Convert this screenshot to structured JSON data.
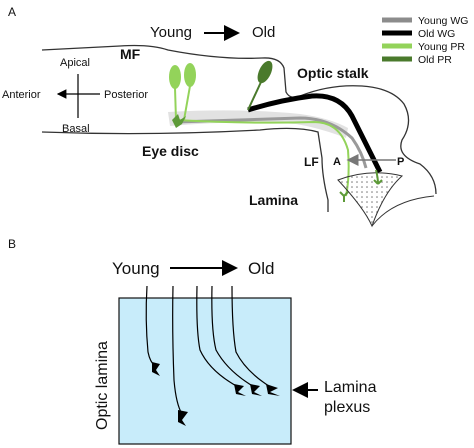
{
  "panel_a": {
    "label": "A",
    "young_label": "Young",
    "old_label": "Old",
    "legend": [
      {
        "label": "Young WG",
        "color": "#8c8c8c"
      },
      {
        "label": "Old WG",
        "color": "#000000"
      },
      {
        "label": "Young PR",
        "color": "#93d35a"
      },
      {
        "label": "Old PR",
        "color": "#4a7a2c"
      }
    ],
    "mf_label": "MF",
    "optic_stalk_label": "Optic stalk",
    "apical_label": "Apical",
    "basal_label": "Basal",
    "anterior_label": "Anterior",
    "posterior_label": "Posterior",
    "eye_disc_label": "Eye disc",
    "lf_label": "LF",
    "lamina_label": "Lamina",
    "a_marker": "A",
    "p_marker": "P"
  },
  "panel_b": {
    "label": "B",
    "young_label": "Young",
    "old_label": "Old",
    "optic_lamina_label": "Optic lamina",
    "lamina_plexus_label": "Lamina plexus",
    "box_color": "#c8ecfa"
  }
}
